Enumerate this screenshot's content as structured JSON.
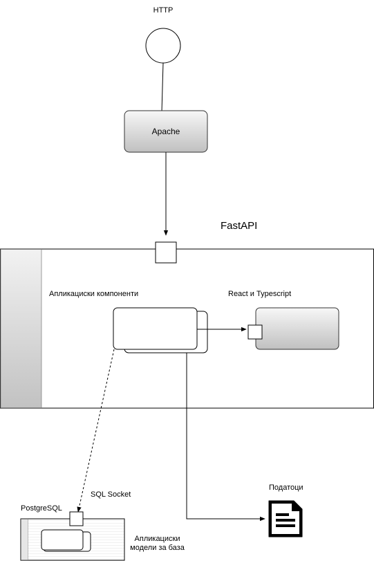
{
  "diagram": {
    "http_label": "HTTP",
    "apache_label": "Apache",
    "fastapi_label": "FastAPI",
    "app_components_label": "Апликациски компоненти",
    "react_label": "React и Typescript",
    "postgres_label": "PostgreSQL",
    "sql_socket_label": "SQL Socket",
    "data_label": "Податоци",
    "db_models_label": "Апликациски модели за база"
  },
  "colors": {
    "stroke": "#000000",
    "gradient_light": "#f5f5f5",
    "gradient_dark": "#bdbdbd"
  },
  "icons": {
    "data_store": "document-icon"
  }
}
